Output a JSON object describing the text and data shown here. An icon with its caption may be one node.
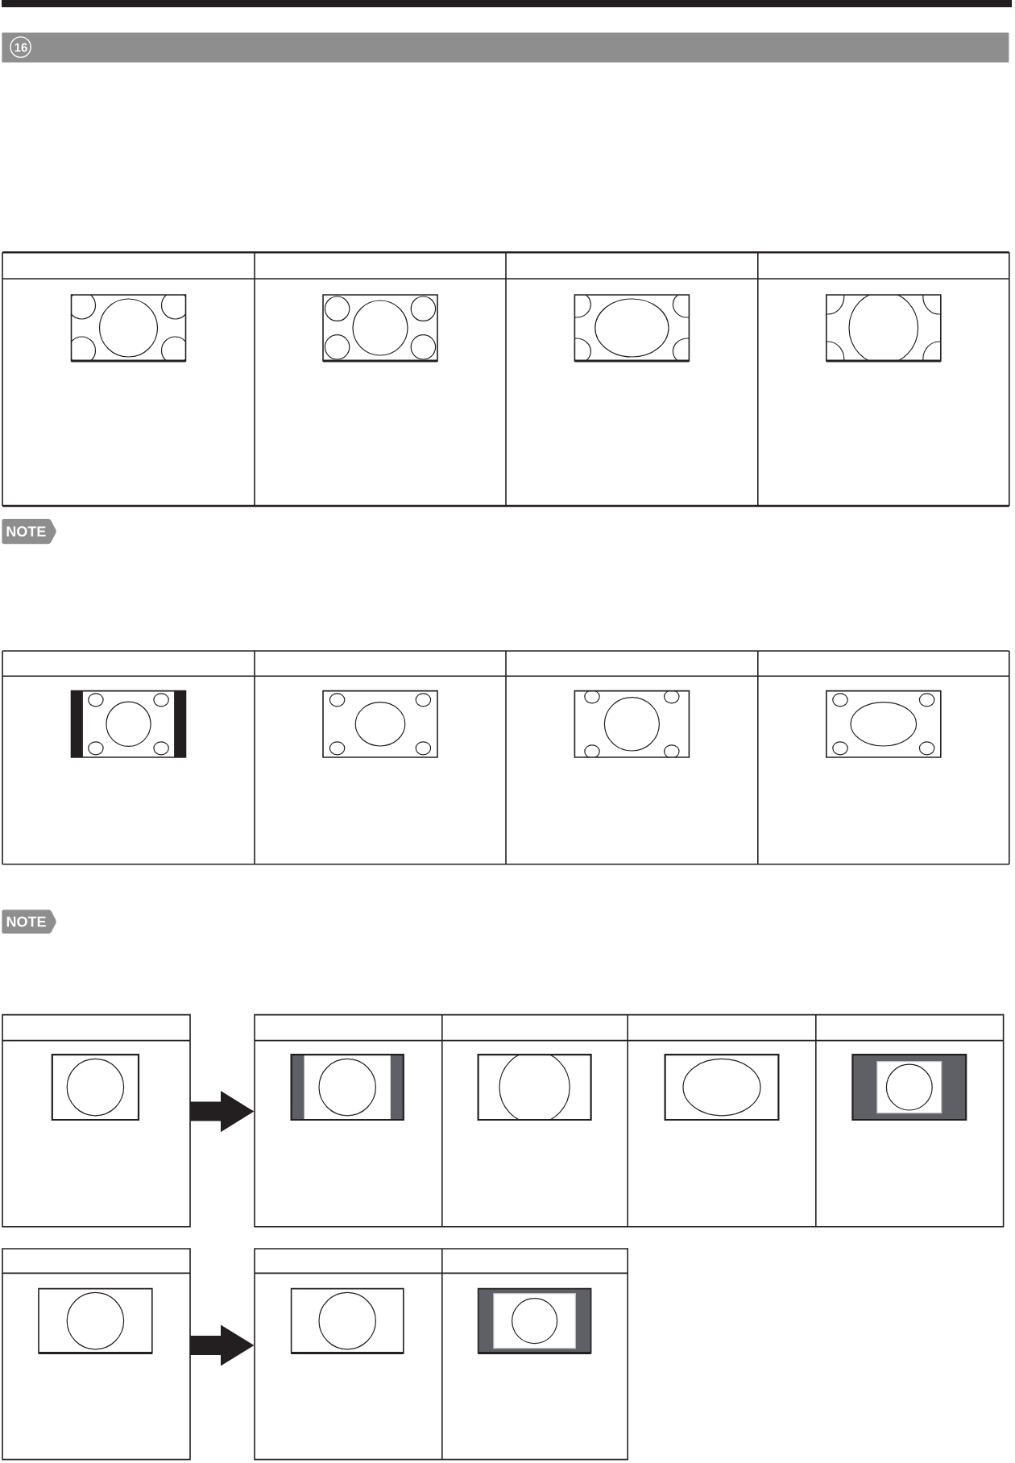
{
  "diagram": {
    "nodes": [
      {
        "text": [
          "16"
        ]
      },
      {
        "text": [
          "NOTE"
        ]
      },
      {
        "text": [
          "NOTE"
        ]
      },
      {
        "text": [],
        "shape": "box"
      },
      {
        "text": [],
        "shape": "box"
      },
      {
        "text": [],
        "shape": "box"
      },
      {
        "text": [],
        "shape": "box"
      }
    ],
    "edges": [
      {
        "from": 3,
        "to": 4,
        "arrow": "to"
      },
      {
        "from": 5,
        "to": 6,
        "arrow": "to"
      }
    ]
  }
}
